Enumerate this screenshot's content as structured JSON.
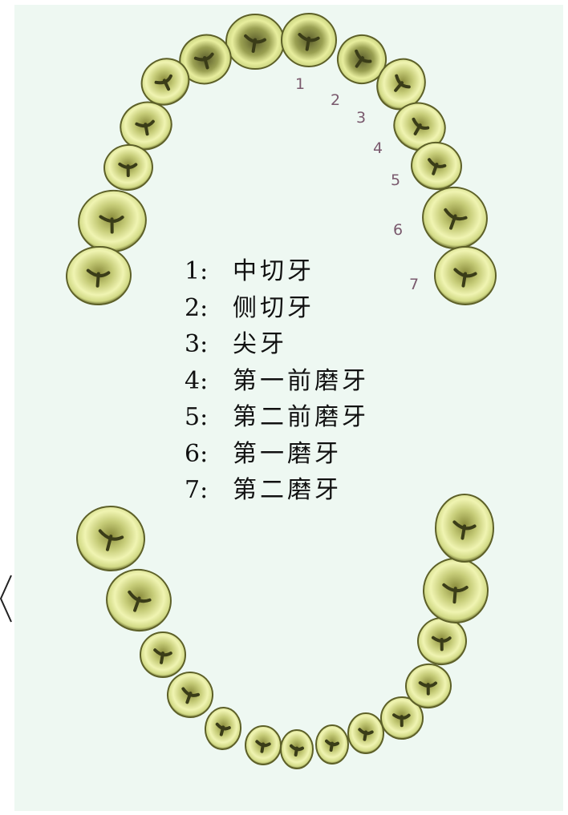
{
  "colors": {
    "background": "#eef8f2",
    "tooth_fill": "#d6e08a",
    "tooth_highlight": "#f2f6b8",
    "tooth_shadow": "#4f5223",
    "label": "#7a5a6e"
  },
  "tooth_numbers": [
    "1",
    "2",
    "3",
    "4",
    "5",
    "6",
    "7"
  ],
  "legend": [
    {
      "num": "1:",
      "name": "中切牙"
    },
    {
      "num": "2:",
      "name": "侧切牙"
    },
    {
      "num": "3:",
      "name": "尖牙"
    },
    {
      "num": "4:",
      "name": "第一前磨牙"
    },
    {
      "num": "5:",
      "name": "第二前磨牙"
    },
    {
      "num": "6:",
      "name": "第一磨牙"
    },
    {
      "num": "7:",
      "name": "第二磨牙"
    }
  ]
}
